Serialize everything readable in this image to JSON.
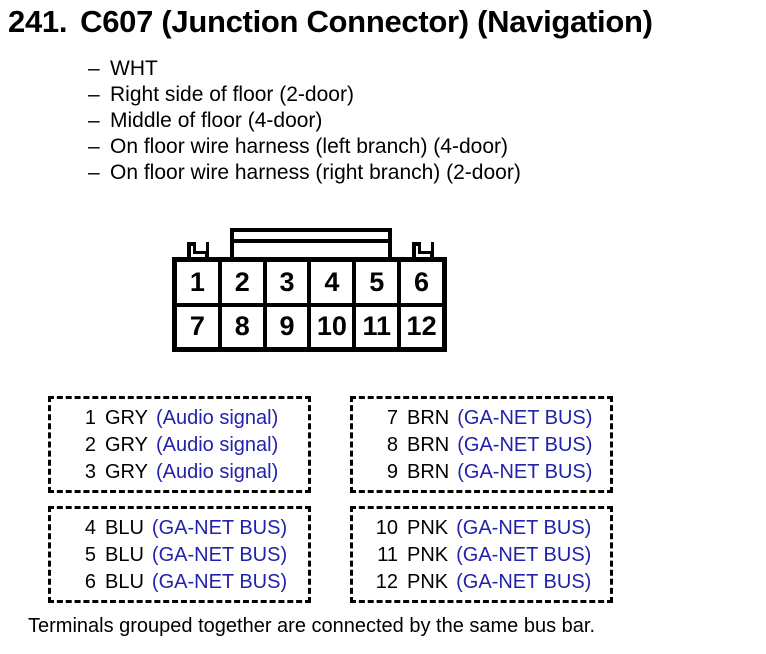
{
  "page": {
    "number": "241.",
    "title": "C607 (Junction Connector) (Navigation)",
    "footer": "Terminals grouped together are connected by the same bus bar."
  },
  "details": {
    "bullet": "–",
    "items": [
      "WHT",
      "Right side of floor (2-door)",
      "Middle of floor (4-door)",
      "On floor wire harness (left branch) (4-door)",
      "On floor wire harness (right branch) (2-door)"
    ]
  },
  "connector": {
    "rows": 2,
    "cols": 6,
    "pins": [
      "1",
      "2",
      "3",
      "4",
      "5",
      "6",
      "7",
      "8",
      "9",
      "10",
      "11",
      "12"
    ]
  },
  "pin_groups": [
    {
      "position": "top-left",
      "pins": [
        {
          "num": "1",
          "color": "GRY",
          "func": "(Audio signal)"
        },
        {
          "num": "2",
          "color": "GRY",
          "func": "(Audio signal)"
        },
        {
          "num": "3",
          "color": "GRY",
          "func": "(Audio signal)"
        }
      ]
    },
    {
      "position": "top-right",
      "pins": [
        {
          "num": "7",
          "color": "BRN",
          "func": "(GA-NET BUS)"
        },
        {
          "num": "8",
          "color": "BRN",
          "func": "(GA-NET BUS)"
        },
        {
          "num": "9",
          "color": "BRN",
          "func": "(GA-NET BUS)"
        }
      ]
    },
    {
      "position": "bottom-left",
      "pins": [
        {
          "num": "4",
          "color": "BLU",
          "func": "(GA-NET BUS)"
        },
        {
          "num": "5",
          "color": "BLU",
          "func": "(GA-NET BUS)"
        },
        {
          "num": "6",
          "color": "BLU",
          "func": "(GA-NET BUS)"
        }
      ]
    },
    {
      "position": "bottom-right",
      "pins": [
        {
          "num": "10",
          "color": "PNK",
          "func": "(GA-NET BUS)"
        },
        {
          "num": "11",
          "color": "PNK",
          "func": "(GA-NET BUS)"
        },
        {
          "num": "12",
          "color": "PNK",
          "func": "(GA-NET BUS)"
        }
      ]
    }
  ],
  "colors": {
    "ink": "#000000",
    "function_text": "#2222aa",
    "background": "#ffffff"
  }
}
